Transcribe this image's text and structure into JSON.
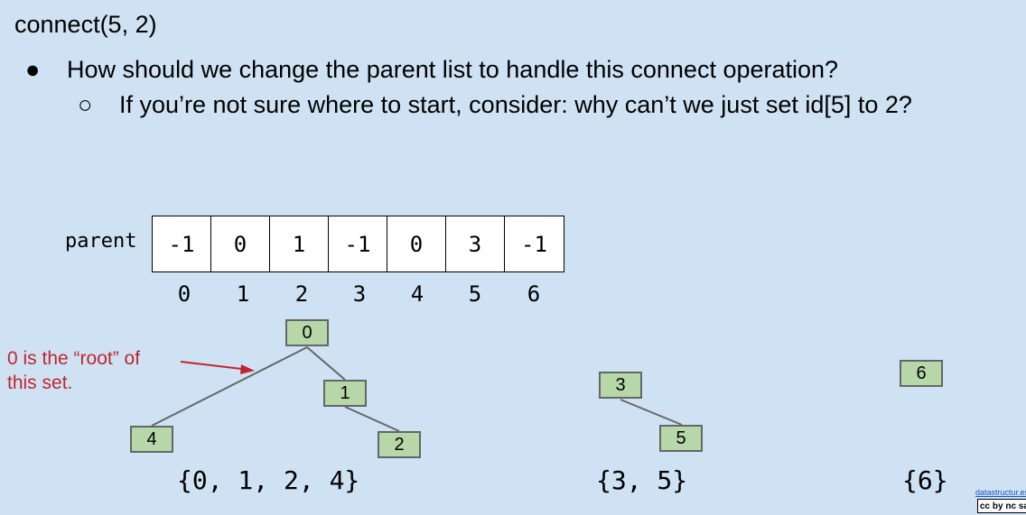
{
  "title": "connect(5, 2)",
  "bullets": {
    "b1_marker": "●",
    "b1_text": "How should we change the parent list to handle this connect operation?",
    "b2_marker": "○",
    "b2_text": "If you’re not sure where to start, consider: why can’t we just set id[5] to 2?"
  },
  "array": {
    "label": "parent",
    "values": [
      "-1",
      "0",
      "1",
      "-1",
      "0",
      "3",
      "-1"
    ],
    "indices": [
      "0",
      "1",
      "2",
      "3",
      "4",
      "5",
      "6"
    ]
  },
  "tree": {
    "nodes": [
      "0",
      "1",
      "2",
      "4",
      "3",
      "5",
      "6"
    ],
    "annotation_line1": "0 is the “root” of",
    "annotation_line2": "this set.",
    "annotation_color": "#c0262d",
    "node_fill": "#b6d7a8"
  },
  "sets": [
    "{0, 1, 2, 4}",
    "{3, 5}",
    "{6}"
  ],
  "footer": {
    "link": "datastructur.es",
    "license": "cc by nc sa"
  }
}
